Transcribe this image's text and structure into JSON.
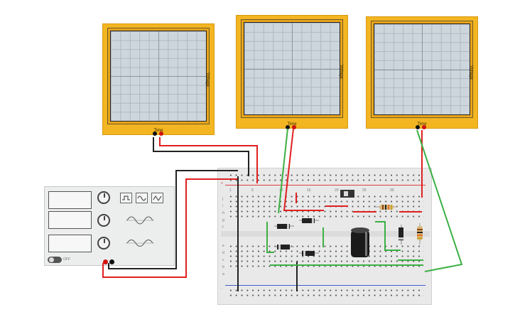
{
  "oscilloscopes": [
    {
      "time_label": "Time",
      "voltage_label": "Voltage"
    },
    {
      "time_label": "Time",
      "voltage_label": "Voltage"
    },
    {
      "time_label": "Time",
      "voltage_label": "Voltage"
    }
  ],
  "function_generator": {
    "wave_buttons": [
      "square-wave-icon",
      "sine-wave-icon",
      "triangle-wave-icon"
    ],
    "power_label": "OFF"
  },
  "breadboard": {
    "column_numbers_top": [
      "1",
      "5",
      "10",
      "15",
      "20",
      "25",
      "30"
    ],
    "row_letters_upper": [
      "j",
      "i",
      "h",
      "g",
      "f"
    ],
    "row_letters_lower": [
      "e",
      "d",
      "c",
      "b",
      "a"
    ],
    "rail_plus": "+",
    "rail_minus": "-"
  },
  "colors": {
    "oscilloscope_body": "#f3b521",
    "wire_red": "#e02020",
    "wire_black": "#222222",
    "wire_green": "#3cb043",
    "breadboard": "#e9e9e9"
  }
}
